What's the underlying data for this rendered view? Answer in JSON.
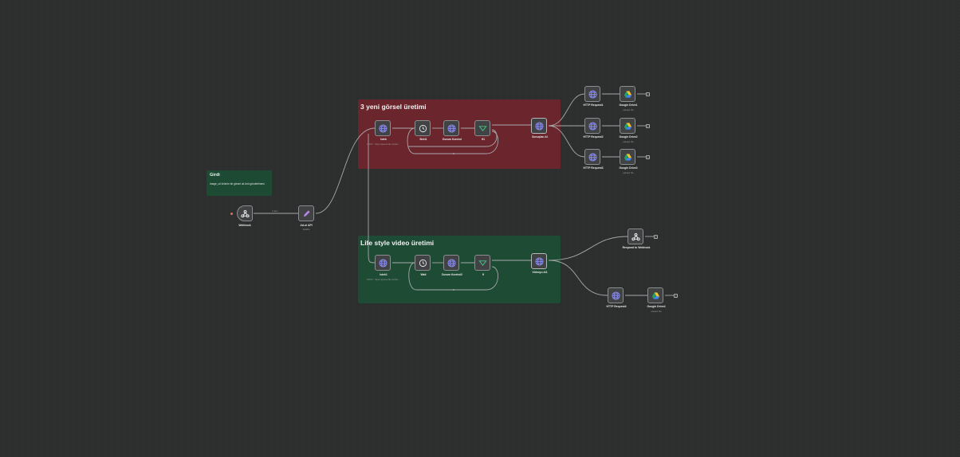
{
  "groups": {
    "red": {
      "title": "3 yeni görsel üretimi"
    },
    "green": {
      "title": "Life style video üretimi"
    },
    "girdi": {
      "title": "Girdi",
      "body": "image_url:ürünün bir görsel url-ünü gönderilmesi"
    }
  },
  "nodes": {
    "webhook": {
      "label": "Webhook",
      "icon": "webhook-icon"
    },
    "json_api": {
      "label": "JsLoi API",
      "sub": "datalist",
      "icon": "pencil-icon"
    },
    "istek": {
      "label": "Istek",
      "sub": "POST : https://queue.fal.run/fal-...",
      "icon": "globe-icon"
    },
    "bekl": {
      "label": "Bekl1",
      "icon": "clock-icon"
    },
    "durum_kontrol": {
      "label": "Durum Kontrol",
      "icon": "globe-icon"
    },
    "if_red": {
      "label": "If1",
      "icon": "if-icon"
    },
    "sonuclari_al": {
      "label": "Sonuçları Al",
      "icon": "globe-icon"
    },
    "http1": {
      "label": "HTTP Request1",
      "icon": "globe-icon"
    },
    "http2": {
      "label": "HTTP Request2",
      "icon": "globe-icon"
    },
    "http3": {
      "label": "HTTP Request3",
      "icon": "globe-icon"
    },
    "gdrive1": {
      "label": "Google Drive1",
      "sub": "upload: file",
      "icon": "google-drive-icon"
    },
    "gdrive2": {
      "label": "Google Drive2",
      "sub": "upload: file",
      "icon": "google-drive-icon"
    },
    "gdrive3": {
      "label": "Google Drive3",
      "sub": "upload: file",
      "icon": "google-drive-icon"
    },
    "istek1": {
      "label": "Istek1",
      "sub": "POST : https://queue.fal.run/fal-...",
      "icon": "globe-icon"
    },
    "wait": {
      "label": "Wait",
      "icon": "clock-icon"
    },
    "durum_kontrol2": {
      "label": "Durum Kontrol2",
      "icon": "globe-icon"
    },
    "if_green": {
      "label": "If",
      "icon": "if-icon"
    },
    "videoyu_al": {
      "label": "Videoyu Al1",
      "icon": "globe-icon"
    },
    "respond": {
      "label": "Respond to Webhook",
      "icon": "webhook-icon"
    },
    "http4": {
      "label": "HTTP Request4",
      "icon": "globe-icon"
    },
    "gdrive4": {
      "label": "Google Drive4",
      "sub": "upload: file",
      "icon": "google-drive-icon"
    }
  },
  "connections": {
    "webhook_to_json": "1 item"
  },
  "colors": {
    "canvas": "#2d2e2e",
    "red_group": "#6b252c",
    "green_group": "#1d4b34",
    "node": "#414244",
    "globe": "#8a8cf0",
    "if": "#46b37e",
    "edge": "#a7a8aa"
  }
}
